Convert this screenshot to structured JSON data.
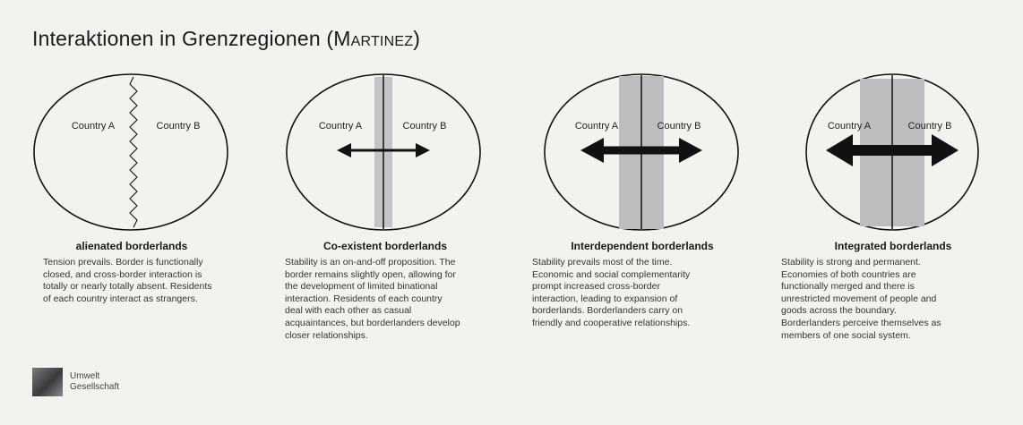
{
  "title": "Interaktionen in Grenzregionen (",
  "title_author_initial": "M",
  "title_author_rest": "ARTINEZ",
  "title_close": ")",
  "panels": [
    {
      "label_a": "Country A",
      "label_b": "Country B",
      "heading": "alienated borderlands",
      "text": "Tension prevails. Border is functionally closed, and cross-border interaction is totally or nearly totally absent. Residents of each country interact as strangers."
    },
    {
      "label_a": "Country A",
      "label_b": "Country B",
      "heading": "Co-existent borderlands",
      "text": "Stability is an on-and-off proposition. The border remains slightly open, allowing for the development of limited binational interaction. Residents of each country deal with each other as casual acquaintances, but borderlanders develop closer relationships."
    },
    {
      "label_a": "Country A",
      "label_b": "Country B",
      "heading": "Interdependent borderlands",
      "text": "Stability prevails most of the time. Economic and social complementarity prompt increased cross-border interaction, leading to expansion of borderlands. Borderlanders carry on friendly and cooperative relationships."
    },
    {
      "label_a": "Country A",
      "label_b": "Country B",
      "heading": "Integrated borderlands",
      "text": "Stability is strong and permanent. Economies of both countries are functionally merged and there is unrestricted movement of people and goods across the boundary. Borderlanders perceive themselves as members of one social system."
    }
  ],
  "footer": {
    "line1": "Umwelt",
    "line2": "Gesellschaft"
  }
}
